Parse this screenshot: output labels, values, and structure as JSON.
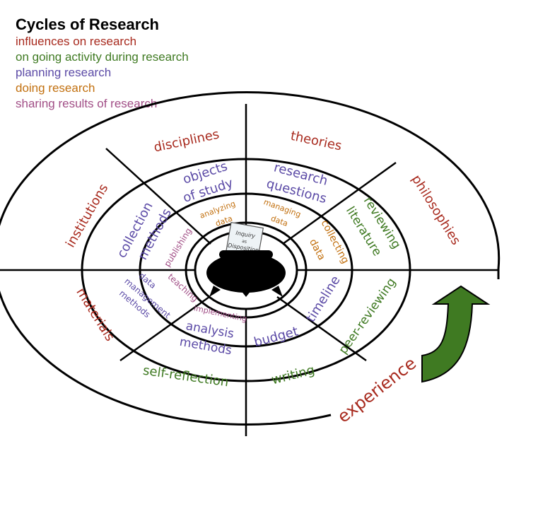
{
  "title": "Cycles of Research",
  "colors": {
    "influences": "#a82a1e",
    "ongoing": "#3f7a22",
    "planning": "#5b4aa6",
    "doing": "#c2700f",
    "sharing": "#a14e86",
    "arrow_fill": "#3f7a22",
    "line": "#000000"
  },
  "legend": [
    {
      "label": "influences on research",
      "color": "#a82a1e"
    },
    {
      "label": "on going activity during research",
      "color": "#3f7a22"
    },
    {
      "label": "planning research",
      "color": "#5b4aa6"
    },
    {
      "label": "doing research",
      "color": "#c2700f"
    },
    {
      "label": "sharing results of research",
      "color": "#a14e86"
    }
  ],
  "outer_ring": {
    "disciplines": "disciplines",
    "theories": "theories",
    "philosophies": "philosophies",
    "institutions": "institutions",
    "materials": "materials",
    "self_reflection": "self-reflection",
    "writing": "writing",
    "peer_reviewing": "peer-reviewing"
  },
  "middle_ring": {
    "objects_line1": "objects",
    "objects_line2": "of study",
    "research_line1": "research",
    "research_line2": "questions",
    "reviewing_line1": "reviewing",
    "reviewing_line2": "literature",
    "collection_line1": "collection",
    "collection_line2": "methods",
    "data_mgmt_line1": "data",
    "data_mgmt_line2": "management",
    "data_mgmt_line3": "methods",
    "analysis_line1": "analysis",
    "analysis_line2": "methods",
    "budget": "budget",
    "timeline": "timeline"
  },
  "inner_ring": {
    "analyzing_line1": "analyzing",
    "analyzing_line2": "data",
    "managing_line1": "managing",
    "managing_line2": "data",
    "collecting_line1": "collecting",
    "collecting_line2": "data",
    "publishing": "publishing",
    "teaching": "teaching",
    "implementing": "implementing"
  },
  "center": {
    "card_line1": "Inquiry",
    "card_line2": "as",
    "card_line3": "Disposition",
    "icon": "cauldron-icon"
  },
  "experience_label": "experience",
  "arrow_icon": "curved-up-arrow-icon"
}
